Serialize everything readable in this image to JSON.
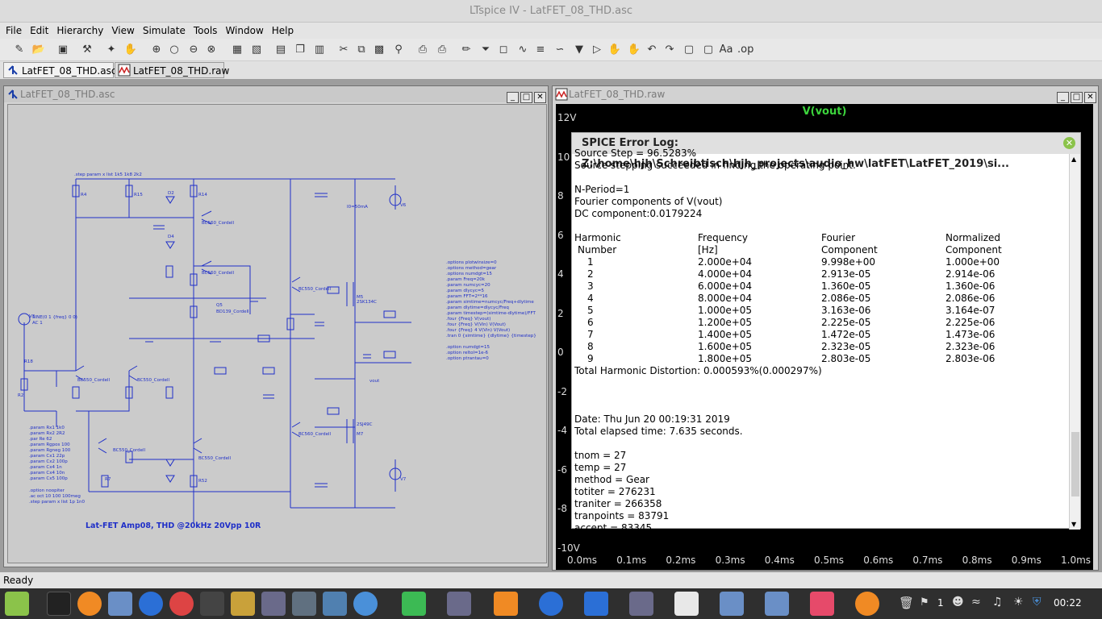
{
  "window": {
    "title": "LTspice IV - LatFET_08_THD.asc"
  },
  "menu": [
    "File",
    "Edit",
    "Hierarchy",
    "View",
    "Simulate",
    "Tools",
    "Window",
    "Help"
  ],
  "tabs": [
    {
      "label": "LatFET_08_THD.asc"
    },
    {
      "label": "LatFET_08_THD.raw"
    }
  ],
  "schematic": {
    "title": "LatFET_08_THD.asc",
    "caption": "Lat-FET Amp08, THD @20kHz 20Vpp 10R",
    "step_text": ".step param x list  1k5 1k8 2k2",
    "directives": [
      ".options plotwinsize=0",
      ".options method=gear",
      ".options numdgt=15",
      ".param Freq=20k",
      ".param numcyc=20",
      ".param dlycyc=5",
      ".param FFT=2**16",
      ".param simtime=numcyc/Freq+dlytime",
      ".param dlytime=dlycyc/Freq",
      ".param timestep=(simtime-dlytime)/FFT",
      ".four {Freq} V(vout)",
      ".four {Freq} V(Vin) V(Vout)",
      ".four {Freq} 4 V(Vin) V(Vout)",
      ".tran 0 {simtime} {dlytime} {timestep}",
      "",
      ".option numdgt=15",
      ".option reltol=1e-6",
      ".option ptrantau=0"
    ],
    "params": [
      ".param Rx1 1k0",
      ".param Rx2 2R2",
      ".par Re 62",
      ".param Rgpos 100",
      ".param Rgneg 100",
      ".param Cx1 22p",
      ".param Cx2 100p",
      ".param Cx4 1n",
      ".param Cx4 10n",
      ".param Cx5 100p"
    ],
    "opts": [
      ".option noopiter",
      ".ac oct 10 100 100meg",
      ".step param x list  1p 1n0"
    ],
    "source_label": "SINE(0 1 {freq} 0 0)",
    "source_ac": "AC 1",
    "idc_label": "I0=50mA"
  },
  "plot": {
    "title": "LatFET_08_THD.raw",
    "trace_label": "V(vout)",
    "y_ticks": [
      "12V",
      "10",
      "8",
      "6",
      "4",
      "2",
      "0",
      "-2",
      "-4",
      "-6",
      "-8",
      "-10V"
    ],
    "x_ticks": [
      "0.0ms",
      "0.1ms",
      "0.2ms",
      "0.3ms",
      "0.4ms",
      "0.5ms",
      "0.6ms",
      "0.7ms",
      "0.8ms",
      "0.9ms",
      "1.0ms"
    ]
  },
  "error_log": {
    "title": "SPICE Error Log: Z:\\home\\hjh\\Schreibtisch\\hjh_projects\\audio_hw\\latFET\\LatFET_2019\\si...",
    "lines_top": [
      "Source Step = 96.5283%",
      "Source stepping succeeded in finding the operating point.",
      "",
      "N-Period=1",
      "Fourier components of V(vout)",
      "DC component:0.0179224",
      ""
    ],
    "headers": [
      [
        "Harmonic",
        "Number"
      ],
      [
        "Frequency",
        "[Hz]"
      ],
      [
        "Fourier",
        "Component"
      ],
      [
        "Normalized",
        "Component"
      ]
    ],
    "rows": [
      [
        "1",
        "2.000e+04",
        "9.998e+00",
        "1.000e+00"
      ],
      [
        "2",
        "4.000e+04",
        "2.913e-05",
        "2.914e-06"
      ],
      [
        "3",
        "6.000e+04",
        "1.360e-05",
        "1.360e-06"
      ],
      [
        "4",
        "8.000e+04",
        "2.086e-05",
        "2.086e-06"
      ],
      [
        "5",
        "1.000e+05",
        "3.163e-06",
        "3.164e-07"
      ],
      [
        "6",
        "1.200e+05",
        "2.225e-05",
        "2.225e-06"
      ],
      [
        "7",
        "1.400e+05",
        "1.472e-05",
        "1.473e-06"
      ],
      [
        "8",
        "1.600e+05",
        "2.323e-05",
        "2.323e-06"
      ],
      [
        "9",
        "1.800e+05",
        "2.803e-05",
        "2.803e-06"
      ]
    ],
    "thd": "Total Harmonic Distortion: 0.000593%(0.000297%)",
    "lines_bottom": [
      "",
      "",
      "",
      "Date: Thu Jun 20 00:19:31 2019",
      "Total elapsed time: 7.635 seconds.",
      "",
      "tnom = 27",
      "temp = 27",
      "method = Gear",
      "totiter = 276231",
      "traniter = 266358",
      "tranpoints = 83791",
      "accept = 83345"
    ]
  },
  "status": {
    "text": "Ready"
  },
  "taskbar": {
    "workspace": "1",
    "clock": "00:22"
  }
}
